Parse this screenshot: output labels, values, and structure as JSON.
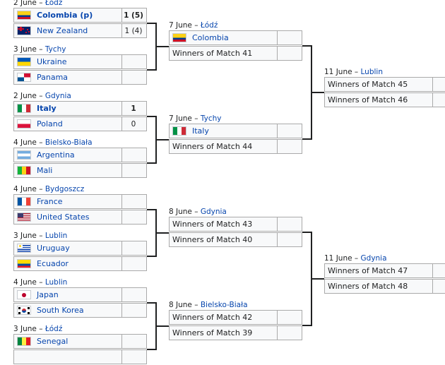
{
  "matches": [
    {
      "id": "r16-1",
      "venue": {
        "date": "2 June",
        "city": "Łódź"
      },
      "teams": [
        {
          "name": "Colombia (p)",
          "flag": "colombia",
          "score": "1 (5)",
          "winner": true
        },
        {
          "name": "New Zealand",
          "flag": "new-zealand",
          "score": "1 (4)",
          "winner": false
        }
      ]
    },
    {
      "id": "r16-2",
      "venue": {
        "date": "3 June",
        "city": "Tychy"
      },
      "teams": [
        {
          "name": "Ukraine",
          "flag": "ukraine",
          "score": "",
          "winner": false
        },
        {
          "name": "Panama",
          "flag": "panama",
          "score": "",
          "winner": false
        }
      ]
    },
    {
      "id": "r16-3",
      "venue": {
        "date": "2 June",
        "city": "Gdynia"
      },
      "teams": [
        {
          "name": "Italy",
          "flag": "italy",
          "score": "1",
          "winner": true
        },
        {
          "name": "Poland",
          "flag": "poland",
          "score": "0",
          "winner": false
        }
      ]
    },
    {
      "id": "r16-4",
      "venue": {
        "date": "4 June",
        "city": "Bielsko-Biała"
      },
      "teams": [
        {
          "name": "Argentina",
          "flag": "argentina",
          "score": "",
          "winner": false
        },
        {
          "name": "Mali",
          "flag": "mali",
          "score": "",
          "winner": false
        }
      ]
    },
    {
      "id": "r16-5",
      "venue": {
        "date": "4 June",
        "city": "Bydgoszcz"
      },
      "teams": [
        {
          "name": "France",
          "flag": "france",
          "score": "",
          "winner": false
        },
        {
          "name": "United States",
          "flag": "usa",
          "score": "",
          "winner": false
        }
      ]
    },
    {
      "id": "r16-6",
      "venue": {
        "date": "3 June",
        "city": "Lublin"
      },
      "teams": [
        {
          "name": "Uruguay",
          "flag": "uruguay",
          "score": "",
          "winner": false
        },
        {
          "name": "Ecuador",
          "flag": "ecuador",
          "score": "",
          "winner": false
        }
      ]
    },
    {
      "id": "r16-7",
      "venue": {
        "date": "4 June",
        "city": "Lublin"
      },
      "teams": [
        {
          "name": "Japan",
          "flag": "japan",
          "score": "",
          "winner": false
        },
        {
          "name": "South Korea",
          "flag": "south-korea",
          "score": "",
          "winner": false
        }
      ]
    },
    {
      "id": "r16-8",
      "venue": {
        "date": "3 June",
        "city": "Łódź"
      },
      "teams": [
        {
          "name": "Senegal",
          "flag": "senegal",
          "score": "",
          "winner": false
        },
        {
          "name": "",
          "flag": "",
          "score": "",
          "winner": false
        }
      ]
    },
    {
      "id": "qf-1",
      "venue": {
        "date": "7 June",
        "city": "Łódź"
      },
      "teams": [
        {
          "name": "Colombia",
          "flag": "colombia",
          "score": "",
          "winner": false
        },
        {
          "name": "Winners of Match 41",
          "flag": "",
          "score": "",
          "winner": false
        }
      ]
    },
    {
      "id": "qf-2",
      "venue": {
        "date": "7 June",
        "city": "Tychy"
      },
      "teams": [
        {
          "name": "Italy",
          "flag": "italy",
          "score": "",
          "winner": false
        },
        {
          "name": "Winners of Match 44",
          "flag": "",
          "score": "",
          "winner": false
        }
      ]
    },
    {
      "id": "qf-3",
      "venue": {
        "date": "8 June",
        "city": "Gdynia"
      },
      "teams": [
        {
          "name": "Winners of Match 43",
          "flag": "",
          "score": "",
          "winner": false
        },
        {
          "name": "Winners of Match 40",
          "flag": "",
          "score": "",
          "winner": false
        }
      ]
    },
    {
      "id": "qf-4",
      "venue": {
        "date": "8 June",
        "city": "Bielsko-Biała"
      },
      "teams": [
        {
          "name": "Winners of Match 42",
          "flag": "",
          "score": "",
          "winner": false
        },
        {
          "name": "Winners of Match 39",
          "flag": "",
          "score": "",
          "winner": false
        }
      ]
    },
    {
      "id": "sf-1",
      "venue": {
        "date": "11 June",
        "city": "Lublin"
      },
      "teams": [
        {
          "name": "Winners of Match 45",
          "flag": "",
          "score": "",
          "winner": false
        },
        {
          "name": "Winners of Match 46",
          "flag": "",
          "score": "",
          "winner": false
        }
      ]
    },
    {
      "id": "sf-2",
      "venue": {
        "date": "11 June",
        "city": "Gdynia"
      },
      "teams": [
        {
          "name": "Winners of Match 47",
          "flag": "",
          "score": "",
          "winner": false
        },
        {
          "name": "Winners of Match 48",
          "flag": "",
          "score": "",
          "winner": false
        }
      ]
    }
  ],
  "colors": {
    "border": "#aaaaaa",
    "cell_bg": "#f8f9fa",
    "link": "#0645ad",
    "line": "#202122"
  }
}
